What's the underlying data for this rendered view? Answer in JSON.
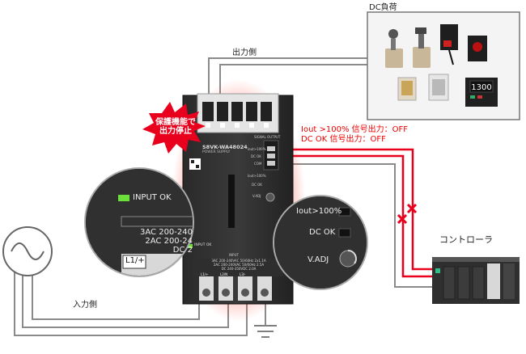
{
  "labels": {
    "dc_load": "DC負荷",
    "output_side": "出力側",
    "input_side": "入力側",
    "controller": "コントローラ",
    "protection_line1": "保護機能で",
    "protection_line2": "出力停止",
    "signal_line1": "Iout >100% 信号出力：OFF",
    "signal_line2": "DC OK 信号出力：OFF"
  },
  "device": {
    "model": "S8VK-WA48024",
    "power_supply": "POWER SUPPLY",
    "signal_output": "SIGNAL OUTPUT",
    "term_iout": "Iout>100%",
    "term_dcok": "DC OK",
    "term_com": "COM",
    "small_iout": "Iout>100%",
    "small_dcok": "DC OK",
    "small_vadj": "V.ADJ",
    "input_ok": "INPUT OK",
    "rating_line1": "3AC 200-240VAC 50/60Hz 2x1.1A",
    "rating_line2": "2AC 200-240VAC 50/60Hz 2.5A",
    "rating_line3": "DC 240-350VDC 2.0A",
    "input_label": "INPUT",
    "term_l1": "L1/+",
    "term_l2": "L2/N",
    "term_l3": "L3/-"
  },
  "zoom_left": {
    "input_ok": "INPUT OK",
    "line1": "3AC 200-240",
    "line2": "2AC 200-24",
    "line3": "DC 2",
    "terminal": "L1/+"
  },
  "zoom_right": {
    "iout": "Iout>100%",
    "dcok": "DC OK",
    "vadj": "V.ADJ"
  },
  "colors": {
    "signal_wire": "#e8001c",
    "cross": "#e8001c",
    "wire": "#8a8a8a",
    "led_green": "#6ddf3a"
  }
}
